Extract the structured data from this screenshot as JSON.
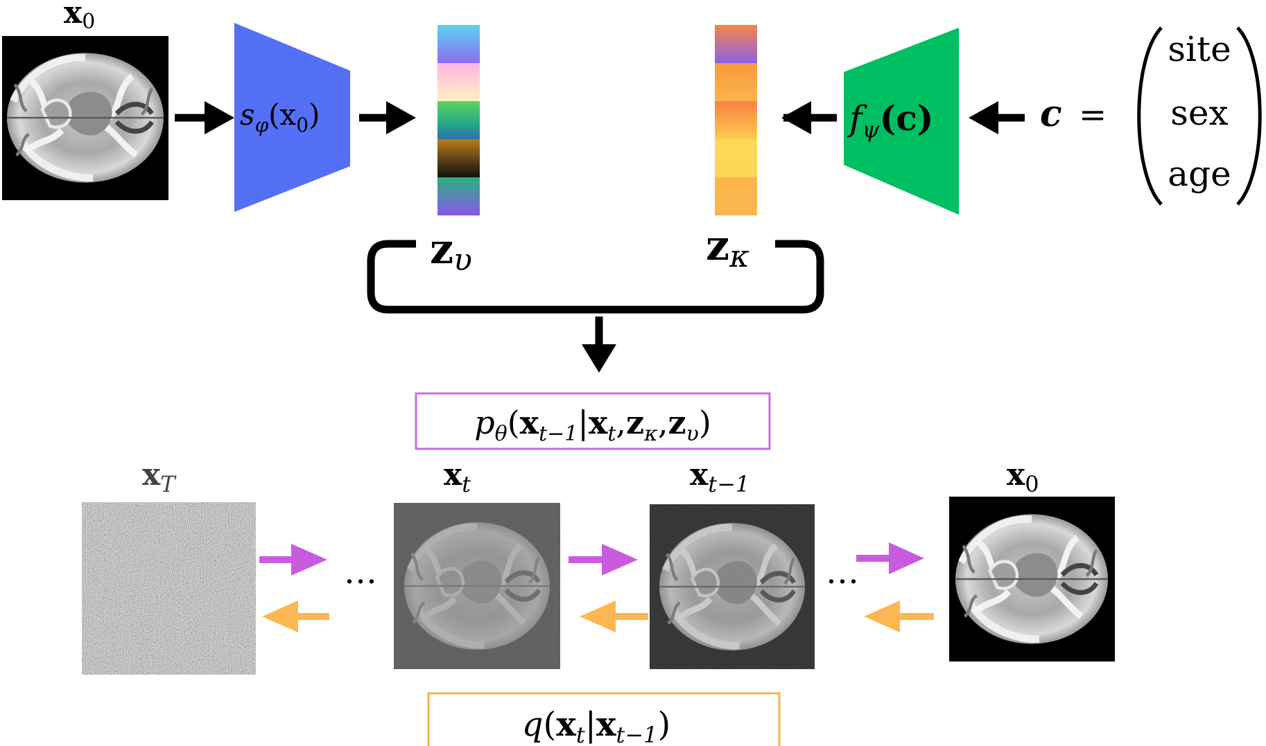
{
  "top": {
    "input_image_label": "x",
    "input_image_sub": "0",
    "encoder_label": "s",
    "encoder_sub": "φ",
    "encoder_arg": "(x",
    "encoder_arg_sub": "0",
    "encoder_arg_close": ")",
    "z_v_label": "z",
    "z_v_sub": "υ",
    "z_k_label": "z",
    "z_k_sub": "κ",
    "cond_net_label": "f",
    "cond_net_sub": "ψ",
    "cond_net_arg": "(c)",
    "cond_c": "c",
    "cond_eq": "=",
    "cond_vector": [
      "site",
      "sex",
      "age"
    ]
  },
  "colors": {
    "encoder": "#5470f7",
    "cond_net": "#00bf63",
    "pink_arrow": "#c95bde",
    "orange_arrow": "#fbb752",
    "p_box_border": "#c66ee0",
    "q_box_border": "#f5b24e",
    "z_v_segments": [
      "#5ad4ee",
      "#ffb6e0",
      "#2fb77f",
      "#9b6a1a",
      "#2fae8c"
    ],
    "z_k_segments": [
      "#f47c4e",
      "#fba445",
      "#fb8c49",
      "#fdd254",
      "#fbb54c"
    ]
  },
  "reverse_process": {
    "p": "p",
    "p_sub": "θ",
    "args": [
      "x",
      "t−1",
      "|",
      "x",
      "t",
      ",",
      "z",
      "κ",
      ",",
      "z",
      "υ"
    ]
  },
  "forward_process": {
    "q": "q",
    "args": [
      "x",
      "t",
      "|",
      "x",
      "t−1"
    ]
  },
  "chain": {
    "xT": {
      "base": "x",
      "sub": "T"
    },
    "xt": {
      "base": "x",
      "sub": "t"
    },
    "xt1": {
      "base": "x",
      "sub": "t−1"
    },
    "x0": {
      "base": "x",
      "sub": "0"
    },
    "ellipsis": "…"
  }
}
